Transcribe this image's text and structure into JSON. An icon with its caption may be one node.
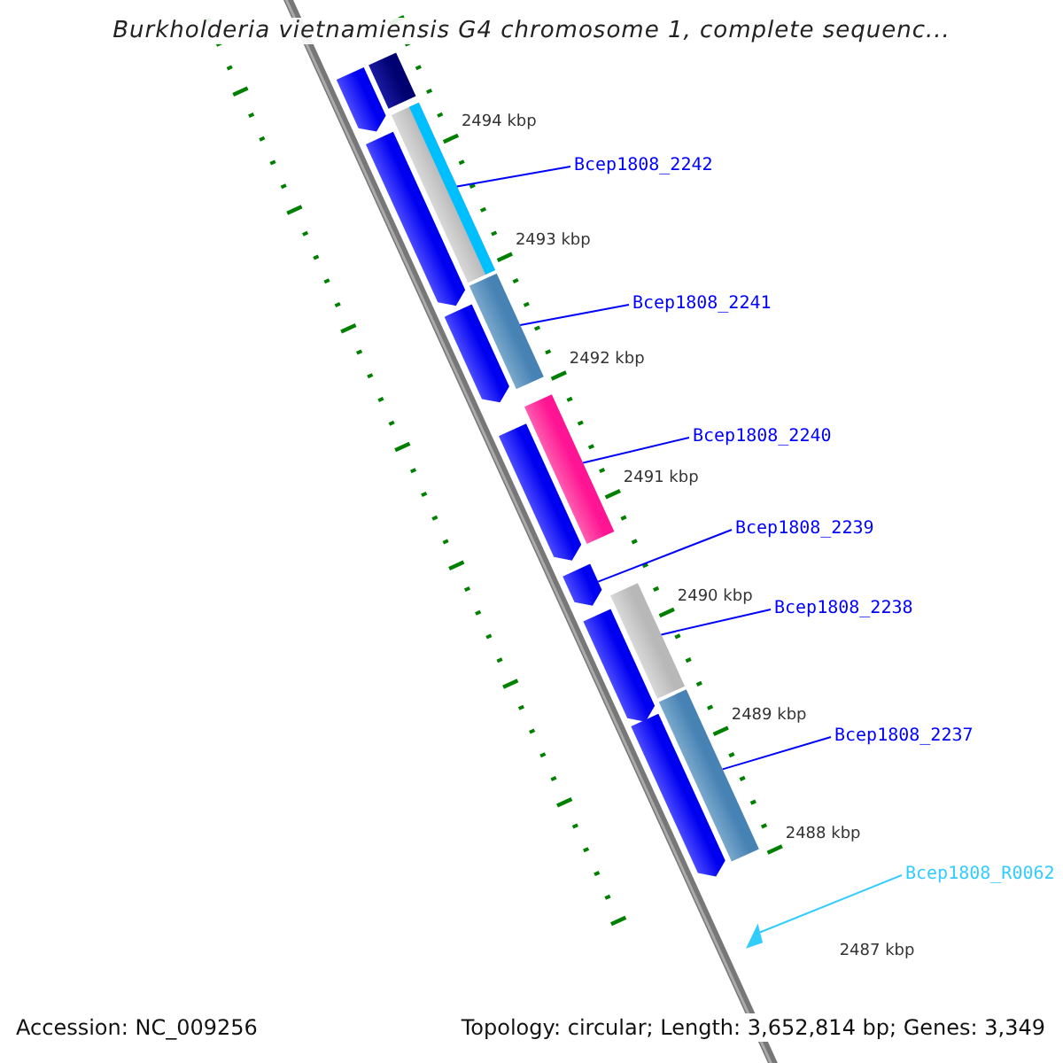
{
  "diagram": {
    "title": "Burkholderia vietnamiensis G4 chromosome 1, complete sequenc...",
    "nodes": [
      {
        "text": [
          "Bcep1808_2242"
        ]
      },
      {
        "text": [
          "Bcep1808_2241"
        ]
      },
      {
        "text": [
          "Bcep1808_2240"
        ]
      },
      {
        "text": [
          "Bcep1808_2239"
        ]
      },
      {
        "text": [
          "Bcep1808_2238"
        ]
      },
      {
        "text": [
          "Bcep1808_2237"
        ]
      },
      {
        "text": [
          "Bcep1808_R0062"
        ]
      },
      {
        "text": [],
        "shape": "pentagon"
      },
      {
        "text": [],
        "shape": "bar"
      },
      {
        "text": [],
        "shape": "bar"
      },
      {
        "text": [],
        "shape": "pentagon"
      },
      {
        "text": [],
        "shape": "bar"
      },
      {
        "text": [],
        "shape": "pentagon"
      },
      {
        "text": [],
        "shape": "bar"
      },
      {
        "text": [],
        "shape": "pentagon"
      },
      {
        "text": [],
        "shape": "pentagon"
      },
      {
        "text": [],
        "shape": "bar"
      },
      {
        "text": [],
        "shape": "pentagon"
      },
      {
        "text": [],
        "shape": "bar"
      },
      {
        "text": [],
        "shape": "pentagon"
      },
      {
        "text": [],
        "shape": "triangle"
      }
    ],
    "edges": [
      {
        "from": 0,
        "to": 9,
        "arrow": "none"
      },
      {
        "from": 1,
        "to": 11,
        "arrow": "none"
      },
      {
        "from": 2,
        "to": 13,
        "arrow": "none"
      },
      {
        "from": 3,
        "to": 15,
        "arrow": "none"
      },
      {
        "from": 4,
        "to": 16,
        "arrow": "none"
      },
      {
        "from": 5,
        "to": 18,
        "arrow": "none"
      },
      {
        "from": 6,
        "to": 20,
        "arrow": "none",
        "color": "#33ccff"
      }
    ],
    "labels": [
      "2494 kbp",
      "2493 kbp",
      "2492 kbp",
      "2491 kbp",
      "2490 kbp",
      "2489 kbp",
      "2488 kbp",
      "2487 kbp",
      "Accession: NC_009256",
      "Topology: circular; Length: 3,652,814 bp; Genes: 3,349"
    ]
  }
}
